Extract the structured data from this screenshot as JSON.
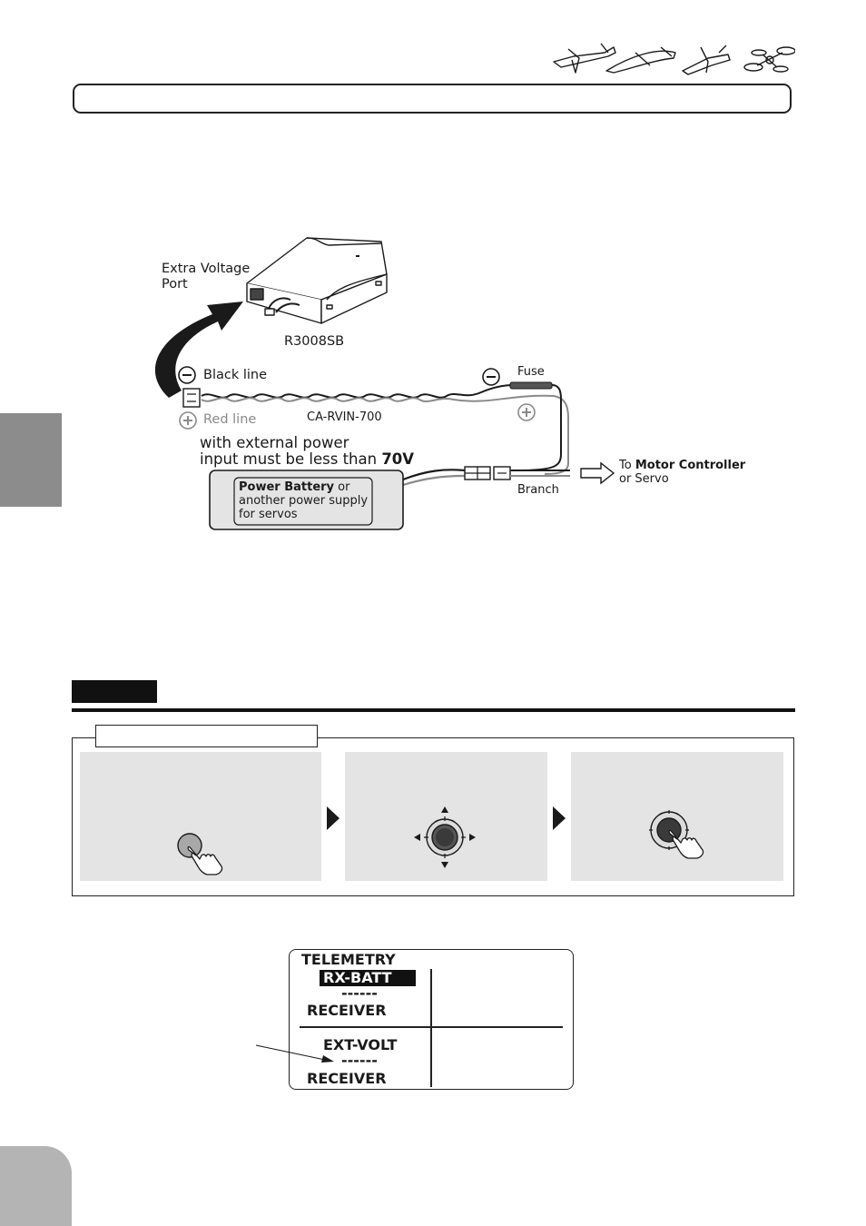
{
  "diagram": {
    "extra_voltage_port": [
      "Extra Voltage",
      "Port"
    ],
    "receiver_model": "R3008SB",
    "black_line": "Black line",
    "red_line": "Red line",
    "cable": "CA-RVIN-700",
    "fuse": "Fuse",
    "branch": "Branch",
    "note_line1": "with external power",
    "note_line2_prefix": "input must be less than ",
    "note_line2_value": "70V",
    "battery_bold": "Power Battery",
    "battery_rest1": " or",
    "battery_line2": "another power supply",
    "battery_line3": "for servos",
    "motor_prefix": "To ",
    "motor_bold": "Motor Controller",
    "motor_line2": "or Servo",
    "colors": {
      "line": "#1a1a1a",
      "red_line": "#8a8a8a",
      "panel": "#e4e4e4",
      "tab": "#8c8c8c"
    }
  },
  "lcd": {
    "header": "TELEMETRY",
    "item1_label": "RX-BATT",
    "item1_value": "------",
    "item1_source": "RECEIVER",
    "item2_label": "EXT-VOLT",
    "item2_value": "------",
    "item2_source": "RECEIVER"
  },
  "icons": [
    "airplane-icon",
    "glider-icon",
    "jet-icon",
    "multicopter-icon",
    "minus-icon",
    "plus-icon",
    "hand-press-icon",
    "dial-icon",
    "arrow-right-icon"
  ]
}
